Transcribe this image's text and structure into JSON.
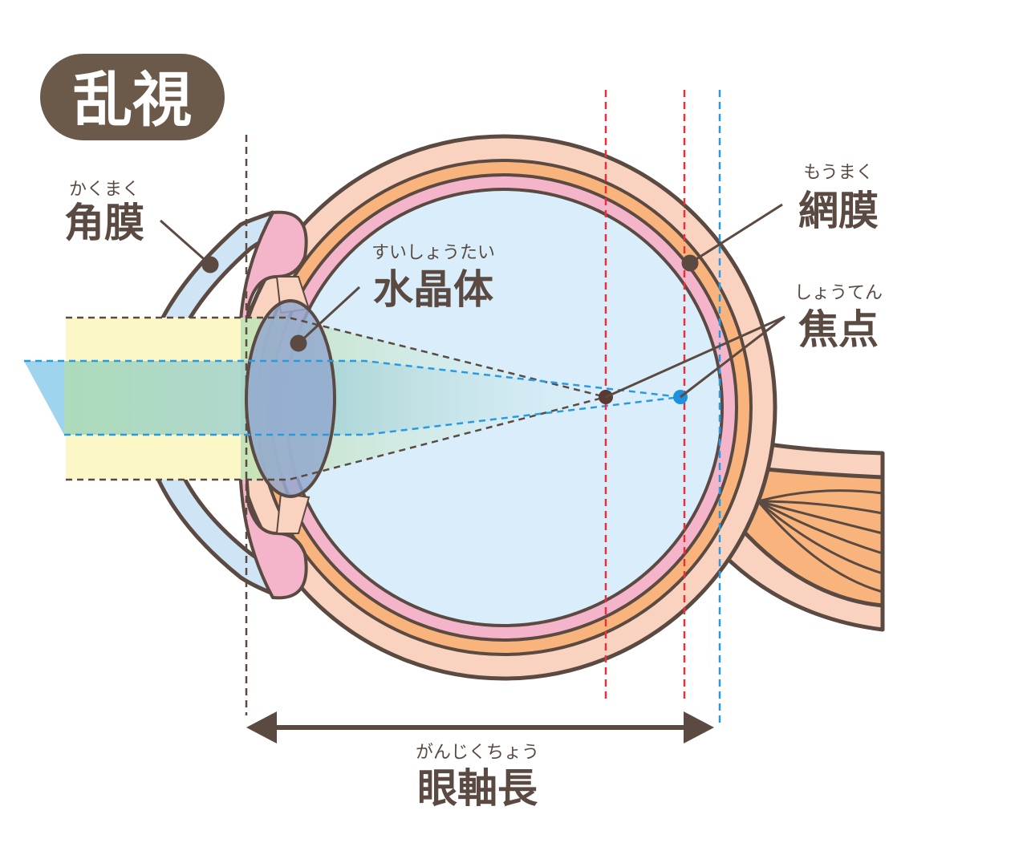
{
  "title": "乱視",
  "labels": {
    "cornea": {
      "ruby": "かくまく",
      "text": "角膜"
    },
    "lens": {
      "ruby": "すいしょうたい",
      "text": "水晶体"
    },
    "retina": {
      "ruby": "もうまく",
      "text": "網膜"
    },
    "focus": {
      "ruby": "しょうてん",
      "text": "焦点"
    },
    "axial_length": {
      "ruby": "がんじくちょう",
      "text": "眼軸長"
    }
  },
  "colors": {
    "outline": "#5a4a42",
    "sclera": "#f9d3c0",
    "retina_pink": "#f4b5cb",
    "choroid_orange": "#f8b47c",
    "vitreous": "#d9eefa",
    "cornea": "#cfe4f4",
    "lens": "#93a9cf",
    "light_yellow": "#fbf7c6",
    "light_green": "#b5dbbb",
    "light_blue": "#9fd4ee",
    "focus_dark": "#5a3a34",
    "focus_blue": "#1e90e0",
    "guide_red": "#e8303a",
    "guide_blue": "#2a9ae0",
    "title_bg": "#6b5a4a"
  }
}
